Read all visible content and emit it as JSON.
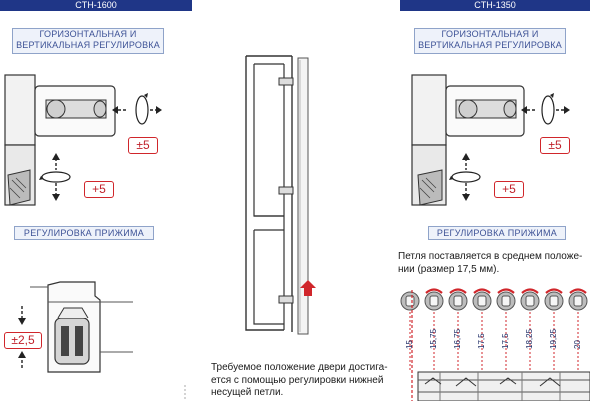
{
  "left": {
    "model": "CTH-1600",
    "header_adjust": "ГОРИЗОНТАЛЬНАЯ И\nВЕРТИКАЛЬНАЯ РЕГУЛИРОВКА",
    "badge_h": "±5",
    "badge_v": "+5",
    "header_press": "РЕГУЛИРОВКА ПРИЖИМА",
    "badge_press": "±2,5"
  },
  "center": {
    "note": "Требуемое положение двери достига-\nется с помощью регулировки нижней\nнесущей петли."
  },
  "right": {
    "model": "CTH-1350",
    "header_adjust": "ГОРИЗОНТАЛЬНАЯ И\nВЕРТИКАЛЬНАЯ РЕГУЛИРОВКА",
    "badge_h": "±5",
    "badge_v": "+5",
    "header_press": "РЕГУЛИРОВКА ПРИЖИМА",
    "note": "Петля поставляется в среднем положе-\nнии  (размер 17,5 мм).",
    "positions": [
      "15",
      "15,75",
      "16,75",
      "17,5",
      "17,5",
      "18,25",
      "19,25",
      "20"
    ],
    "accent_color": "#d0262b",
    "navy_color": "#1f3687"
  }
}
